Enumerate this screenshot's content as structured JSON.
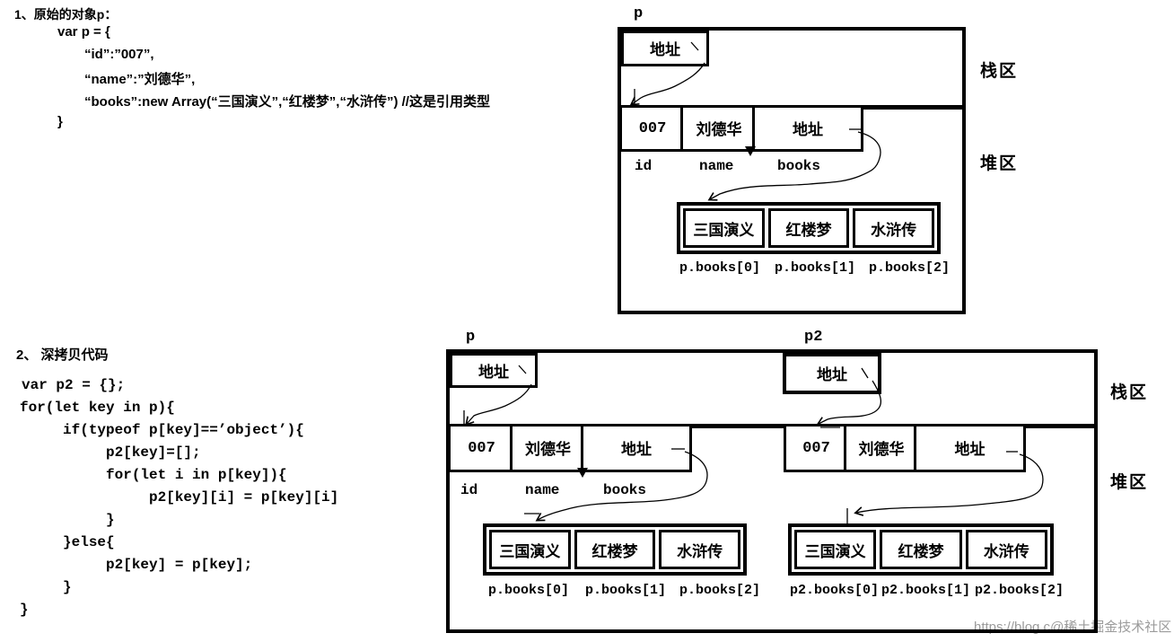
{
  "colors": {
    "ink": "#000000",
    "background": "#ffffff",
    "watermark_gray": "#9b9b9b"
  },
  "section1": {
    "title": "1、原始的对象p：",
    "code_lines": [
      "var p = {",
      "“id”:”007”,",
      "“name”:”刘德华”,",
      "“books”:new Array(“三国演义”,“红楼梦”,“水浒传”) //这是引用类型",
      "}"
    ]
  },
  "section2": {
    "title": "2、 深拷贝代码",
    "code_lines": [
      "var p2 = {};",
      "for(let key in p){",
      "     if(typeof p[key]==’object’){",
      "          p2[key]=[];",
      "          for(let i in p[key]){",
      "               p2[key][i] = p[key][i]",
      "          }",
      "     }else{",
      "          p2[key] = p[key];",
      "     }",
      "}"
    ]
  },
  "diagram1": {
    "pointer_label": "p",
    "stack_region_label": "栈区",
    "heap_region_label": "堆区",
    "stack_cell": "地址",
    "object_cells": [
      "007",
      "刘德华",
      "地址"
    ],
    "field_labels": [
      "id",
      "name",
      "books"
    ],
    "array_cells": [
      "三国演义",
      "红楼梦",
      "水浒传"
    ],
    "array_index_labels": [
      "p.books[0]",
      "p.books[1]",
      "p.books[2]"
    ]
  },
  "diagram2": {
    "stack_region_label": "栈区",
    "heap_region_label": "堆区",
    "field_labels": [
      "id",
      "name",
      "books"
    ],
    "p": {
      "pointer_label": "p",
      "stack_cell": "地址",
      "object_cells": [
        "007",
        "刘德华",
        "地址"
      ],
      "array_cells": [
        "三国演义",
        "红楼梦",
        "水浒传"
      ],
      "array_index_labels": [
        "p.books[0]",
        "p.books[1]",
        "p.books[2]"
      ]
    },
    "p2": {
      "pointer_label": "p2",
      "stack_cell": "地址",
      "object_cells": [
        "007",
        "刘德华",
        "地址"
      ],
      "array_cells": [
        "三国演义",
        "红楼梦",
        "水浒传"
      ],
      "array_index_labels": [
        "p2.books[0]",
        "p2.books[1]",
        "p2.books[2]"
      ]
    }
  },
  "watermark": {
    "url_fragment": "https://blog.c",
    "community": "@稀土掘金技术社区"
  }
}
